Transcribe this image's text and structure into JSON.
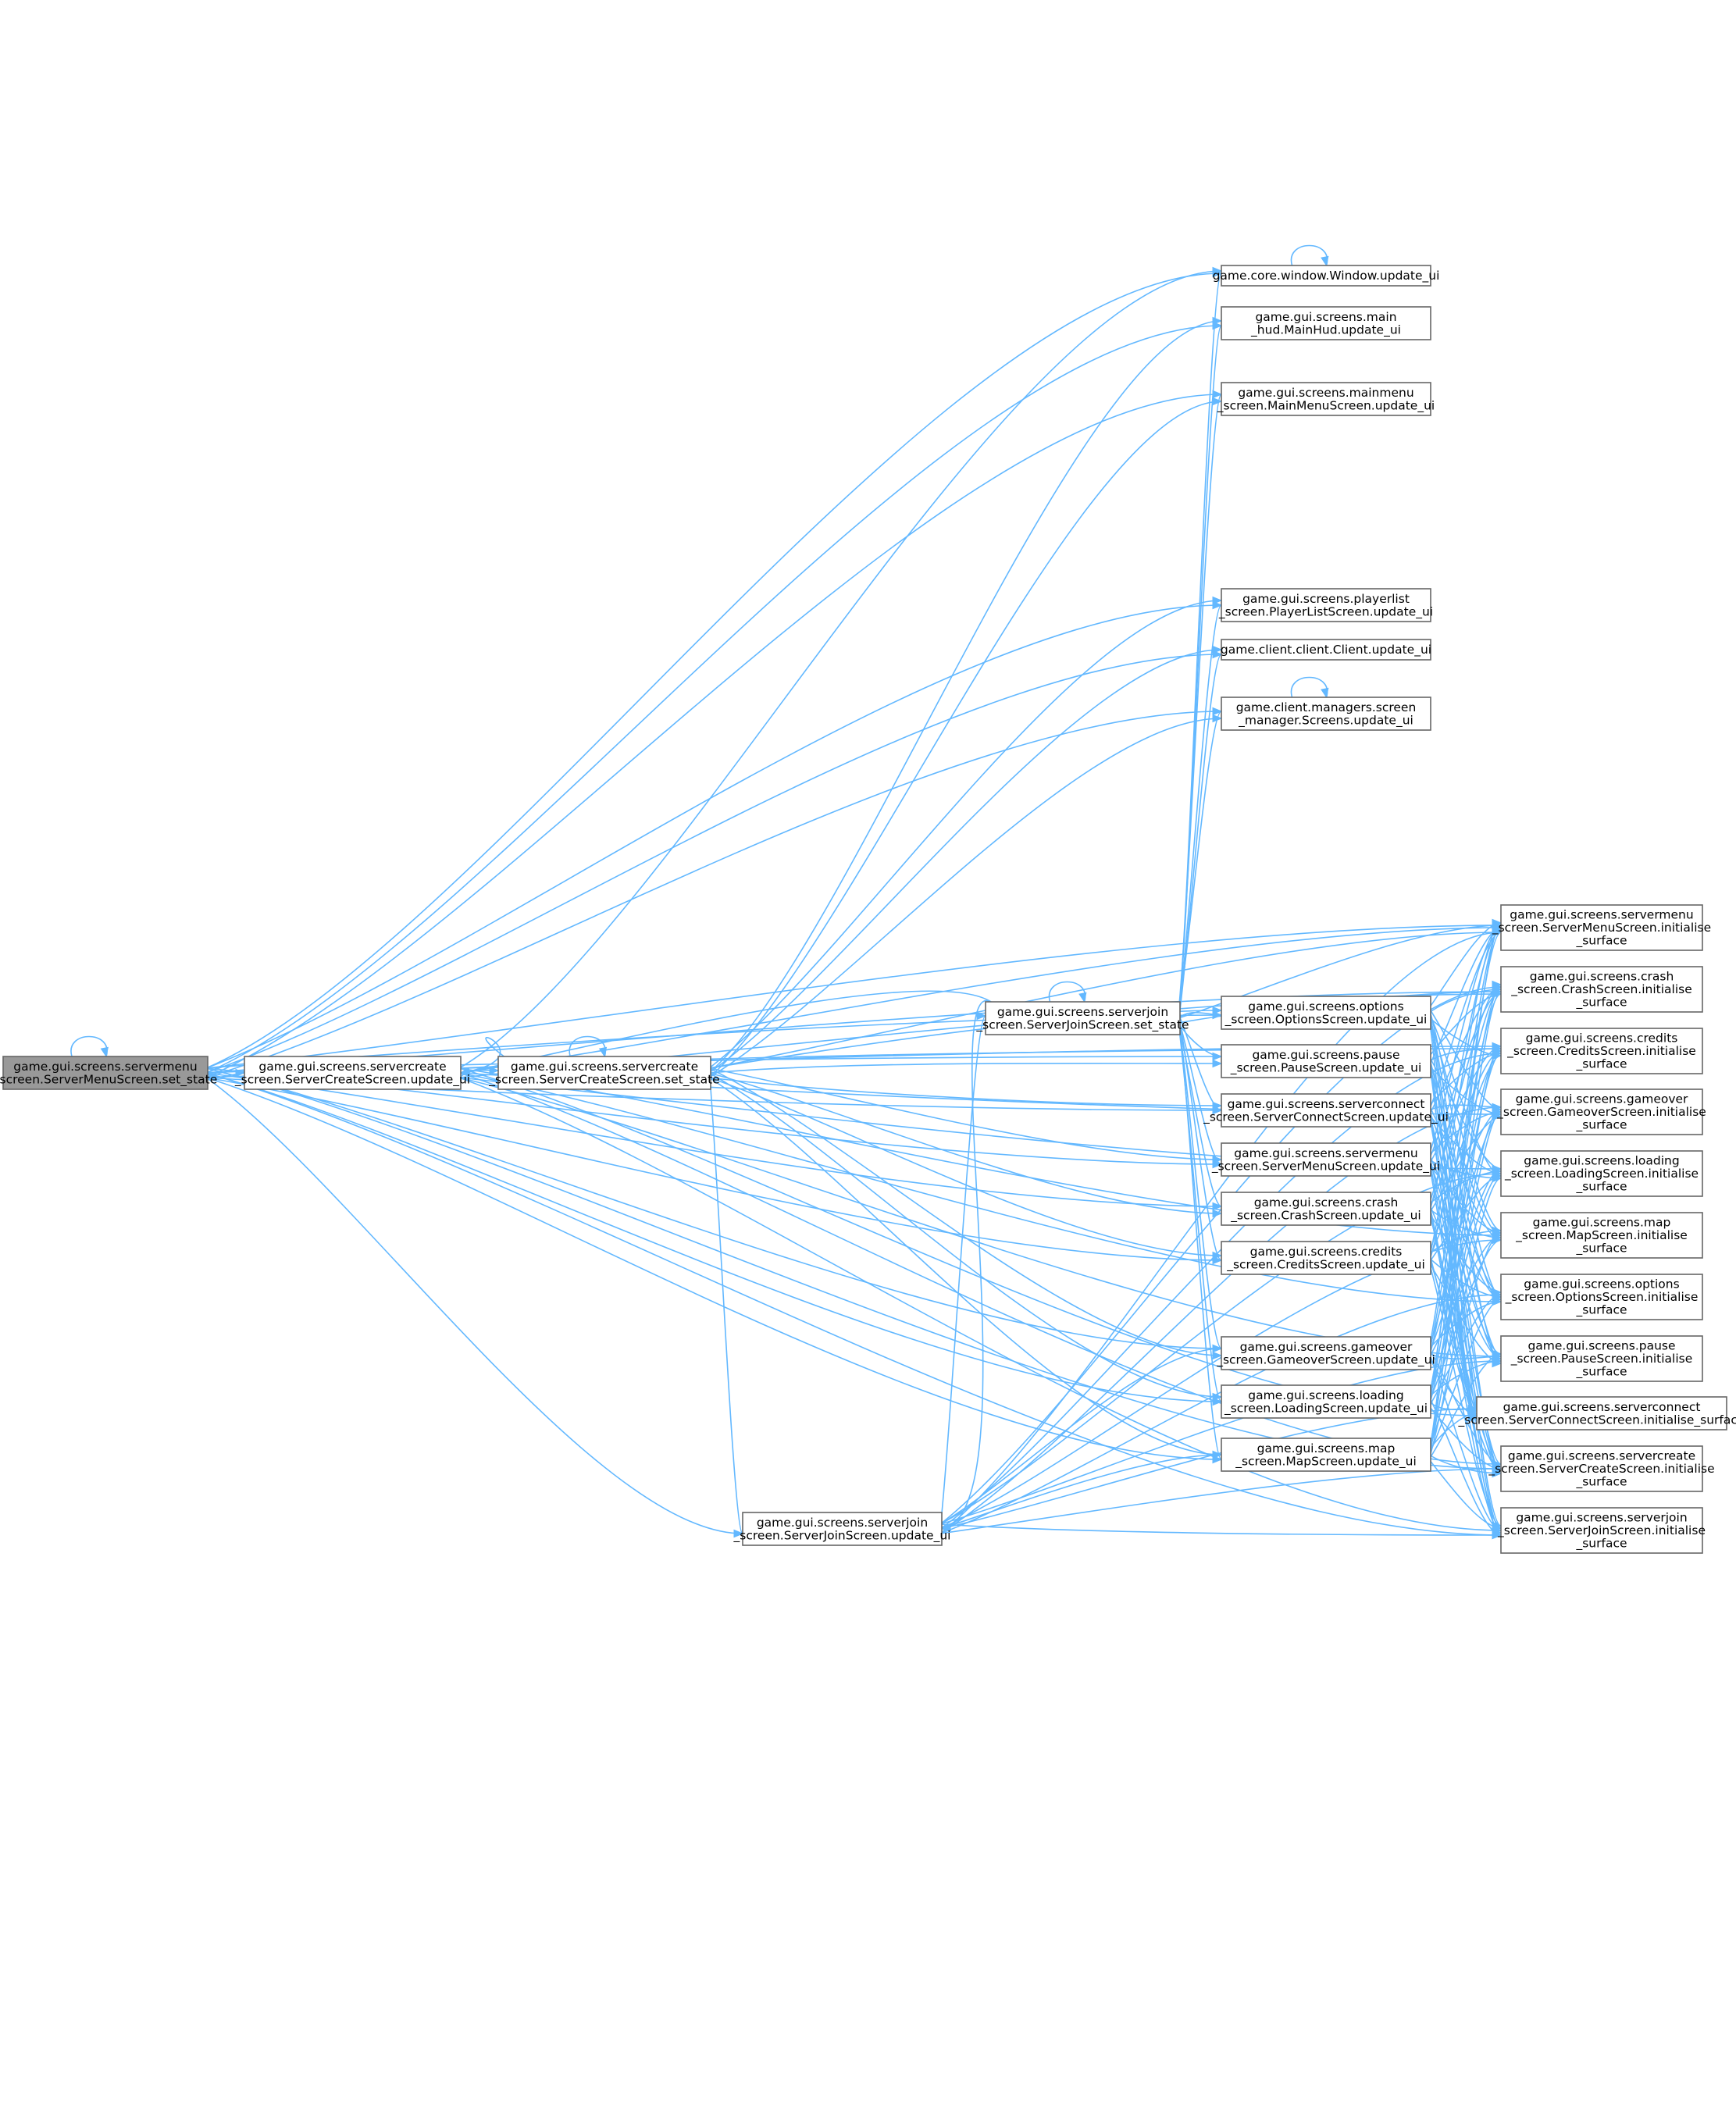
{
  "graph": {
    "root": "n0",
    "colors": {
      "edge": "#63b8ff",
      "node_border": "#666666",
      "focus_fill": "#999999"
    },
    "nodes": [
      {
        "id": "n0",
        "name": "servermenu-set-state",
        "lines": [
          "game.gui.screens.servermenu",
          "_screen.ServerMenuScreen.set_state"
        ]
      },
      {
        "id": "n1",
        "name": "servercreate-update-ui",
        "lines": [
          "game.gui.screens.servercreate",
          "_screen.ServerCreateScreen.update_ui"
        ]
      },
      {
        "id": "n2",
        "name": "servercreate-set-state",
        "lines": [
          "game.gui.screens.servercreate",
          "_screen.ServerCreateScreen.set_state"
        ]
      },
      {
        "id": "n3",
        "name": "serverjoin-update-ui",
        "lines": [
          "game.gui.screens.serverjoin",
          "_screen.ServerJoinScreen.update_ui"
        ]
      },
      {
        "id": "n4",
        "name": "serverjoin-set-state",
        "lines": [
          "game.gui.screens.serverjoin",
          "_screen.ServerJoinScreen.set_state"
        ]
      },
      {
        "id": "n5",
        "name": "window-update-ui",
        "lines": [
          "game.core.window.Window.update_ui"
        ]
      },
      {
        "id": "n6",
        "name": "mainhud-update-ui",
        "lines": [
          "game.gui.screens.main",
          "_hud.MainHud.update_ui"
        ]
      },
      {
        "id": "n7",
        "name": "mainmenu-update-ui",
        "lines": [
          "game.gui.screens.mainmenu",
          "_screen.MainMenuScreen.update_ui"
        ]
      },
      {
        "id": "n8",
        "name": "playerlist-update-ui",
        "lines": [
          "game.gui.screens.playerlist",
          "_screen.PlayerListScreen.update_ui"
        ]
      },
      {
        "id": "n9",
        "name": "client-update-ui",
        "lines": [
          "game.client.client.Client.update_ui"
        ]
      },
      {
        "id": "n10",
        "name": "screens-manager-update-ui",
        "lines": [
          "game.client.managers.screen",
          "_manager.Screens.update_ui"
        ]
      },
      {
        "id": "n11",
        "name": "options-update-ui",
        "lines": [
          "game.gui.screens.options",
          "_screen.OptionsScreen.update_ui"
        ]
      },
      {
        "id": "n12",
        "name": "pause-update-ui",
        "lines": [
          "game.gui.screens.pause",
          "_screen.PauseScreen.update_ui"
        ]
      },
      {
        "id": "n13",
        "name": "serverconnect-update-ui",
        "lines": [
          "game.gui.screens.serverconnect",
          "_screen.ServerConnectScreen.update_ui"
        ]
      },
      {
        "id": "n14",
        "name": "servermenu-update-ui",
        "lines": [
          "game.gui.screens.servermenu",
          "_screen.ServerMenuScreen.update_ui"
        ]
      },
      {
        "id": "n15",
        "name": "crash-update-ui",
        "lines": [
          "game.gui.screens.crash",
          "_screen.CrashScreen.update_ui"
        ]
      },
      {
        "id": "n16",
        "name": "credits-update-ui",
        "lines": [
          "game.gui.screens.credits",
          "_screen.CreditsScreen.update_ui"
        ]
      },
      {
        "id": "n17",
        "name": "gameover-update-ui",
        "lines": [
          "game.gui.screens.gameover",
          "_screen.GameoverScreen.update_ui"
        ]
      },
      {
        "id": "n18",
        "name": "loading-update-ui",
        "lines": [
          "game.gui.screens.loading",
          "_screen.LoadingScreen.update_ui"
        ]
      },
      {
        "id": "n19",
        "name": "map-update-ui",
        "lines": [
          "game.gui.screens.map",
          "_screen.MapScreen.update_ui"
        ]
      },
      {
        "id": "n20",
        "name": "servermenu-initialise-surface",
        "lines": [
          "game.gui.screens.servermenu",
          "_screen.ServerMenuScreen.initialise",
          "_surface"
        ]
      },
      {
        "id": "n21",
        "name": "crash-initialise-surface",
        "lines": [
          "game.gui.screens.crash",
          "_screen.CrashScreen.initialise",
          "_surface"
        ]
      },
      {
        "id": "n22",
        "name": "credits-initialise-surface",
        "lines": [
          "game.gui.screens.credits",
          "_screen.CreditsScreen.initialise",
          "_surface"
        ]
      },
      {
        "id": "n23",
        "name": "gameover-initialise-surface",
        "lines": [
          "game.gui.screens.gameover",
          "_screen.GameoverScreen.initialise",
          "_surface"
        ]
      },
      {
        "id": "n24",
        "name": "loading-initialise-surface",
        "lines": [
          "game.gui.screens.loading",
          "_screen.LoadingScreen.initialise",
          "_surface"
        ]
      },
      {
        "id": "n25",
        "name": "map-initialise-surface",
        "lines": [
          "game.gui.screens.map",
          "_screen.MapScreen.initialise",
          "_surface"
        ]
      },
      {
        "id": "n26",
        "name": "options-initialise-surface",
        "lines": [
          "game.gui.screens.options",
          "_screen.OptionsScreen.initialise",
          "_surface"
        ]
      },
      {
        "id": "n27",
        "name": "pause-initialise-surface",
        "lines": [
          "game.gui.screens.pause",
          "_screen.PauseScreen.initialise",
          "_surface"
        ]
      },
      {
        "id": "n28",
        "name": "serverconnect-initialise-surface",
        "lines": [
          "game.gui.screens.serverconnect",
          "_screen.ServerConnectScreen.initialise_surface"
        ]
      },
      {
        "id": "n29",
        "name": "servercreate-initialise-surface",
        "lines": [
          "game.gui.screens.servercreate",
          "_screen.ServerCreateScreen.initialise",
          "_surface"
        ]
      },
      {
        "id": "n30",
        "name": "serverjoin-initialise-surface",
        "lines": [
          "game.gui.screens.serverjoin",
          "_screen.ServerJoinScreen.initialise",
          "_surface"
        ]
      }
    ],
    "edges": [
      [
        "n0",
        "n0"
      ],
      [
        "n0",
        "n1"
      ],
      [
        "n0",
        "n3"
      ],
      [
        "n0",
        "n5"
      ],
      [
        "n0",
        "n6"
      ],
      [
        "n0",
        "n7"
      ],
      [
        "n0",
        "n8"
      ],
      [
        "n0",
        "n9"
      ],
      [
        "n0",
        "n10"
      ],
      [
        "n0",
        "n11"
      ],
      [
        "n0",
        "n12"
      ],
      [
        "n0",
        "n13"
      ],
      [
        "n0",
        "n14"
      ],
      [
        "n0",
        "n15"
      ],
      [
        "n0",
        "n16"
      ],
      [
        "n0",
        "n17"
      ],
      [
        "n0",
        "n18"
      ],
      [
        "n0",
        "n19"
      ],
      [
        "n0",
        "n20"
      ],
      [
        "n0",
        "n21"
      ],
      [
        "n0",
        "n22"
      ],
      [
        "n0",
        "n29"
      ],
      [
        "n0",
        "n30"
      ],
      [
        "n1",
        "n2"
      ],
      [
        "n2",
        "n1"
      ],
      [
        "n2",
        "n2"
      ],
      [
        "n4",
        "n1"
      ],
      [
        "n4",
        "n4"
      ],
      [
        "n5",
        "n5"
      ],
      [
        "n10",
        "n10"
      ],
      [
        "n1",
        "n5"
      ],
      [
        "n1",
        "n20"
      ],
      [
        "n1",
        "n21"
      ],
      [
        "n1",
        "n22"
      ],
      [
        "n1",
        "n23"
      ],
      [
        "n1",
        "n24"
      ],
      [
        "n1",
        "n25"
      ],
      [
        "n1",
        "n26"
      ],
      [
        "n1",
        "n27"
      ],
      [
        "n1",
        "n28"
      ],
      [
        "n1",
        "n29"
      ],
      [
        "n1",
        "n30"
      ],
      [
        "n2",
        "n3"
      ],
      [
        "n2",
        "n6"
      ],
      [
        "n2",
        "n7"
      ],
      [
        "n2",
        "n8"
      ],
      [
        "n2",
        "n9"
      ],
      [
        "n2",
        "n10"
      ],
      [
        "n2",
        "n11"
      ],
      [
        "n2",
        "n12"
      ],
      [
        "n2",
        "n13"
      ],
      [
        "n2",
        "n14"
      ],
      [
        "n2",
        "n15"
      ],
      [
        "n2",
        "n16"
      ],
      [
        "n2",
        "n17"
      ],
      [
        "n2",
        "n18"
      ],
      [
        "n2",
        "n19"
      ],
      [
        "n2",
        "n20"
      ],
      [
        "n3",
        "n4"
      ],
      [
        "n4",
        "n3"
      ],
      [
        "n3",
        "n17"
      ],
      [
        "n3",
        "n19"
      ],
      [
        "n3",
        "n20"
      ],
      [
        "n3",
        "n21"
      ],
      [
        "n3",
        "n22"
      ],
      [
        "n3",
        "n23"
      ],
      [
        "n3",
        "n24"
      ],
      [
        "n3",
        "n25"
      ],
      [
        "n3",
        "n26"
      ],
      [
        "n3",
        "n27"
      ],
      [
        "n3",
        "n28"
      ],
      [
        "n3",
        "n29"
      ],
      [
        "n3",
        "n30"
      ],
      [
        "n4",
        "n5"
      ],
      [
        "n4",
        "n6"
      ],
      [
        "n4",
        "n7"
      ],
      [
        "n4",
        "n8"
      ],
      [
        "n4",
        "n9"
      ],
      [
        "n4",
        "n10"
      ],
      [
        "n4",
        "n11"
      ],
      [
        "n4",
        "n12"
      ],
      [
        "n4",
        "n13"
      ],
      [
        "n4",
        "n14"
      ],
      [
        "n4",
        "n15"
      ],
      [
        "n4",
        "n16"
      ],
      [
        "n4",
        "n17"
      ],
      [
        "n4",
        "n18"
      ],
      [
        "n4",
        "n19"
      ],
      [
        "n4",
        "n20"
      ],
      [
        "n4",
        "n21"
      ],
      [
        "n11",
        "n20"
      ],
      [
        "n11",
        "n21"
      ],
      [
        "n11",
        "n22"
      ],
      [
        "n11",
        "n23"
      ],
      [
        "n11",
        "n24"
      ],
      [
        "n11",
        "n25"
      ],
      [
        "n11",
        "n26"
      ],
      [
        "n11",
        "n27"
      ],
      [
        "n11",
        "n28"
      ],
      [
        "n11",
        "n29"
      ],
      [
        "n11",
        "n30"
      ],
      [
        "n12",
        "n20"
      ],
      [
        "n12",
        "n21"
      ],
      [
        "n12",
        "n22"
      ],
      [
        "n12",
        "n23"
      ],
      [
        "n12",
        "n24"
      ],
      [
        "n12",
        "n25"
      ],
      [
        "n12",
        "n26"
      ],
      [
        "n12",
        "n27"
      ],
      [
        "n12",
        "n28"
      ],
      [
        "n12",
        "n29"
      ],
      [
        "n12",
        "n30"
      ],
      [
        "n13",
        "n20"
      ],
      [
        "n13",
        "n21"
      ],
      [
        "n13",
        "n22"
      ],
      [
        "n13",
        "n23"
      ],
      [
        "n13",
        "n24"
      ],
      [
        "n13",
        "n25"
      ],
      [
        "n13",
        "n26"
      ],
      [
        "n13",
        "n27"
      ],
      [
        "n13",
        "n28"
      ],
      [
        "n13",
        "n29"
      ],
      [
        "n13",
        "n30"
      ],
      [
        "n14",
        "n20"
      ],
      [
        "n14",
        "n21"
      ],
      [
        "n14",
        "n22"
      ],
      [
        "n14",
        "n23"
      ],
      [
        "n14",
        "n24"
      ],
      [
        "n14",
        "n25"
      ],
      [
        "n14",
        "n26"
      ],
      [
        "n14",
        "n27"
      ],
      [
        "n14",
        "n28"
      ],
      [
        "n14",
        "n29"
      ],
      [
        "n14",
        "n30"
      ],
      [
        "n15",
        "n20"
      ],
      [
        "n15",
        "n21"
      ],
      [
        "n15",
        "n22"
      ],
      [
        "n15",
        "n23"
      ],
      [
        "n15",
        "n24"
      ],
      [
        "n15",
        "n25"
      ],
      [
        "n15",
        "n26"
      ],
      [
        "n15",
        "n27"
      ],
      [
        "n15",
        "n28"
      ],
      [
        "n15",
        "n29"
      ],
      [
        "n15",
        "n30"
      ],
      [
        "n16",
        "n20"
      ],
      [
        "n16",
        "n21"
      ],
      [
        "n16",
        "n22"
      ],
      [
        "n16",
        "n23"
      ],
      [
        "n16",
        "n24"
      ],
      [
        "n16",
        "n25"
      ],
      [
        "n16",
        "n26"
      ],
      [
        "n16",
        "n27"
      ],
      [
        "n16",
        "n28"
      ],
      [
        "n16",
        "n29"
      ],
      [
        "n16",
        "n30"
      ],
      [
        "n17",
        "n20"
      ],
      [
        "n17",
        "n21"
      ],
      [
        "n17",
        "n22"
      ],
      [
        "n17",
        "n23"
      ],
      [
        "n17",
        "n24"
      ],
      [
        "n17",
        "n25"
      ],
      [
        "n17",
        "n26"
      ],
      [
        "n17",
        "n27"
      ],
      [
        "n17",
        "n28"
      ],
      [
        "n17",
        "n29"
      ],
      [
        "n17",
        "n30"
      ],
      [
        "n18",
        "n20"
      ],
      [
        "n18",
        "n21"
      ],
      [
        "n18",
        "n22"
      ],
      [
        "n18",
        "n23"
      ],
      [
        "n18",
        "n24"
      ],
      [
        "n18",
        "n25"
      ],
      [
        "n18",
        "n26"
      ],
      [
        "n18",
        "n27"
      ],
      [
        "n18",
        "n28"
      ],
      [
        "n18",
        "n29"
      ],
      [
        "n18",
        "n30"
      ],
      [
        "n19",
        "n20"
      ],
      [
        "n19",
        "n21"
      ],
      [
        "n19",
        "n22"
      ],
      [
        "n19",
        "n23"
      ],
      [
        "n19",
        "n24"
      ],
      [
        "n19",
        "n25"
      ],
      [
        "n19",
        "n26"
      ],
      [
        "n19",
        "n27"
      ],
      [
        "n19",
        "n28"
      ],
      [
        "n19",
        "n29"
      ],
      [
        "n19",
        "n30"
      ]
    ]
  }
}
